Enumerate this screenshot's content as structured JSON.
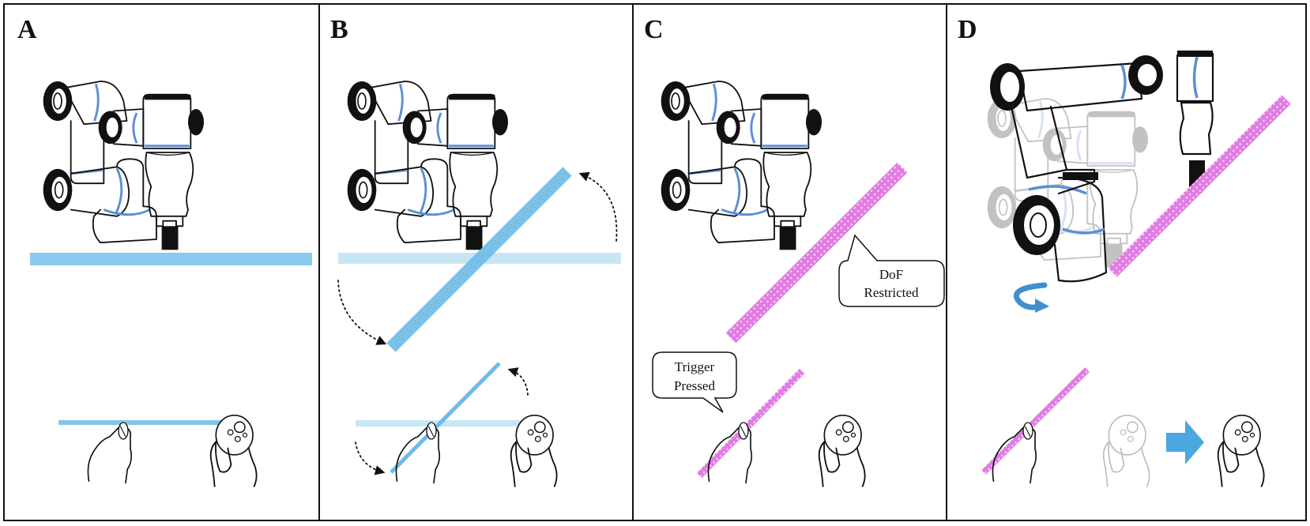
{
  "panels": [
    {
      "id": "A",
      "label": "A"
    },
    {
      "id": "B",
      "label": "B"
    },
    {
      "id": "C",
      "label": "C"
    },
    {
      "id": "D",
      "label": "D"
    }
  ],
  "callouts": {
    "dof": {
      "line1": "DoF",
      "line2": "Restricted"
    },
    "trigger": {
      "line1": "Trigger",
      "line2": "Pressed"
    }
  },
  "colors": {
    "plane_blue": "#6cbbe8",
    "plane_blue_faded": "#c7e6f5",
    "restricted_magenta": "#e07be3",
    "joint_ring_blue": "#5b8fd6",
    "rotation_arrow_blue": "#3f8fcf",
    "move_arrow_blue": "#4aa7e0"
  },
  "icons": {
    "robot": "robot-arm-icon",
    "controller": "vr-controller-icon",
    "hand": "hand-icon",
    "rotate": "rotate-arrow-icon",
    "move": "right-arrow-icon"
  }
}
